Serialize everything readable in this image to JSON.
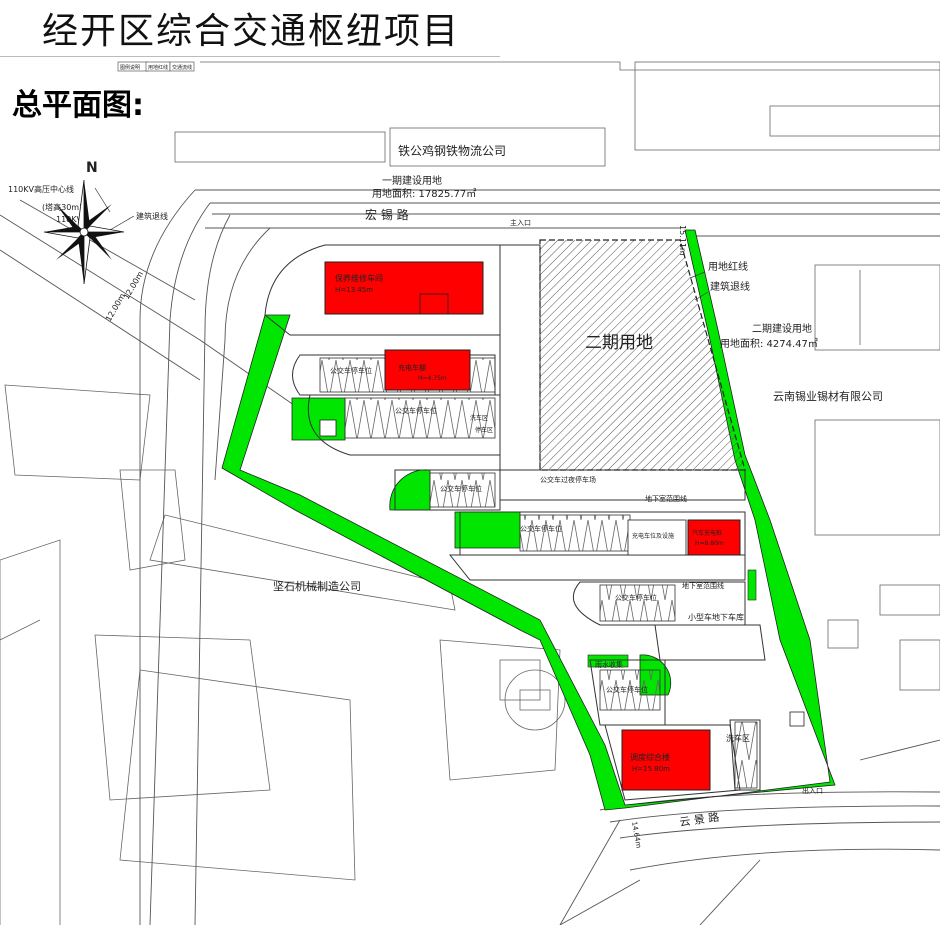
{
  "header": {
    "title": "经开区综合交通枢纽项目",
    "subtitle": "总平面图:"
  },
  "legend_boxes": [
    "图例说明",
    "用地红线",
    "交通流线"
  ],
  "north_label": "N",
  "lines": {
    "hv_center": "110KV高压中心线",
    "hv_height": "(塔高30m)",
    "hv_short": "110KV",
    "setback": "建筑退线",
    "redline": "用地红线",
    "setback2": "建筑退线"
  },
  "neighbors": {
    "north_company": "铁公鸡钢铁物流公司",
    "east_company": "云南锡业锡材有限公司",
    "west_company": "坚石机械制造公司"
  },
  "roads": {
    "north_road": "宏 锡 路",
    "south_road": "云 景 路"
  },
  "phase1": {
    "label": "一期建设用地",
    "area": "用地面积: 17825.77㎡"
  },
  "phase2": {
    "label": "二期建设用地",
    "area": "用地面积: 4274.47㎡",
    "site": "二期用地"
  },
  "entrances": {
    "main": "主入口",
    "south": "出入口"
  },
  "buildings": {
    "maintenance": "保养维修车间",
    "maintenance_h": "H=13.45m",
    "charging": "充电车棚",
    "charging_h": "H=4.75m",
    "ev_pile": "汽车充电桩",
    "station": "调度综合楼",
    "station_h": "H=15.80m",
    "wash": "洗车区",
    "wash_h": "H=6.80m"
  },
  "zones": {
    "bus_parking_1": "公交车停车位",
    "bus_parking_2": "公交车停车位",
    "bus_parking_3": "公交车停车位",
    "bus_parking_4": "公交车停车位",
    "bus_parking_5": "公交车停车位",
    "bus_parking_6": "公交车停车位",
    "bus_stop": "公交车过夜停车场",
    "underground": "地下室范围线",
    "underground2": "地下室范围线",
    "charge_place": "充电车位及设施",
    "garage": "小型车地下车库",
    "rain_collect": "雨水收集",
    "wash_area": "洗车区",
    "parking_small": "停车区"
  },
  "dims": {
    "d1": "15.11m",
    "d2": "12.00m",
    "d3": "12.00m",
    "d4": "14.64m"
  },
  "colors": {
    "green": "#00e600",
    "red": "#ff0000",
    "hatch": "#777777",
    "line": "#333333"
  }
}
